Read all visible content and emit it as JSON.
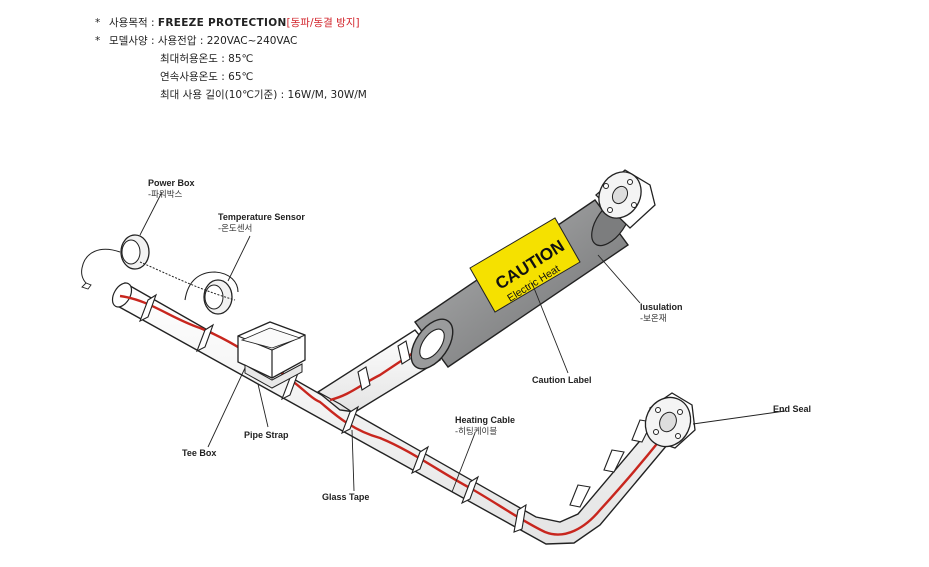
{
  "spec": {
    "purpose_key": "사용목적 :",
    "purpose_value": "FREEZE PROTECTION",
    "purpose_value_ko": "[동파/동결 방지]",
    "model_key": "모델사양 :",
    "model_lines": [
      "사용전압 : 220VAC~240VAC",
      "최대허용온도 : 85℃",
      "연속사용온도 : 65℃",
      "최대 사용 길이(10℃기준) : 16W/M, 30W/M"
    ]
  },
  "caution": {
    "title": "CAUTION",
    "subtitle": "Electric Heat"
  },
  "labels": {
    "power_box_en": "Power Box",
    "power_box_ko": "-파워박스",
    "temp_sensor_en": "Temperature Sensor",
    "temp_sensor_ko": "-온도센서",
    "insulation_en": "Iusulation",
    "insulation_ko": "-보온재",
    "caution_label_en": "Caution Label",
    "end_seal_en": "End Seal",
    "heating_cable_en": "Heating Cable",
    "heating_cable_ko": "-히팅케이블",
    "tee_box_en": "Tee Box",
    "pipe_strap_en": "Pipe Strap",
    "glass_tape_en": "Glass Tape"
  },
  "colors": {
    "heating_cable": "#c8261e",
    "caution_yellow": "#f5e100",
    "insulation_gray": "#8f9091",
    "accent_red": "#d2232a"
  }
}
